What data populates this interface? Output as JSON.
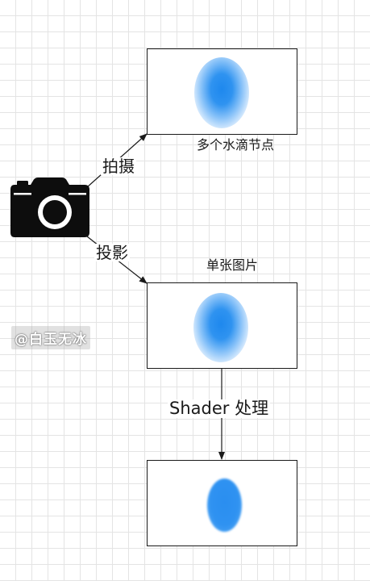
{
  "labels": {
    "capture": "拍摄",
    "projection": "投影",
    "droplet_nodes": "多个水滴节点",
    "single_image": "单张图片",
    "shader_processing": "Shader 处理"
  },
  "watermark": "@白玉无冰",
  "icons": {
    "camera": "camera-icon"
  },
  "colors": {
    "droplet_blue": "#1e88ee",
    "line": "#1a1a1a",
    "grid": "#e4e4e4"
  }
}
